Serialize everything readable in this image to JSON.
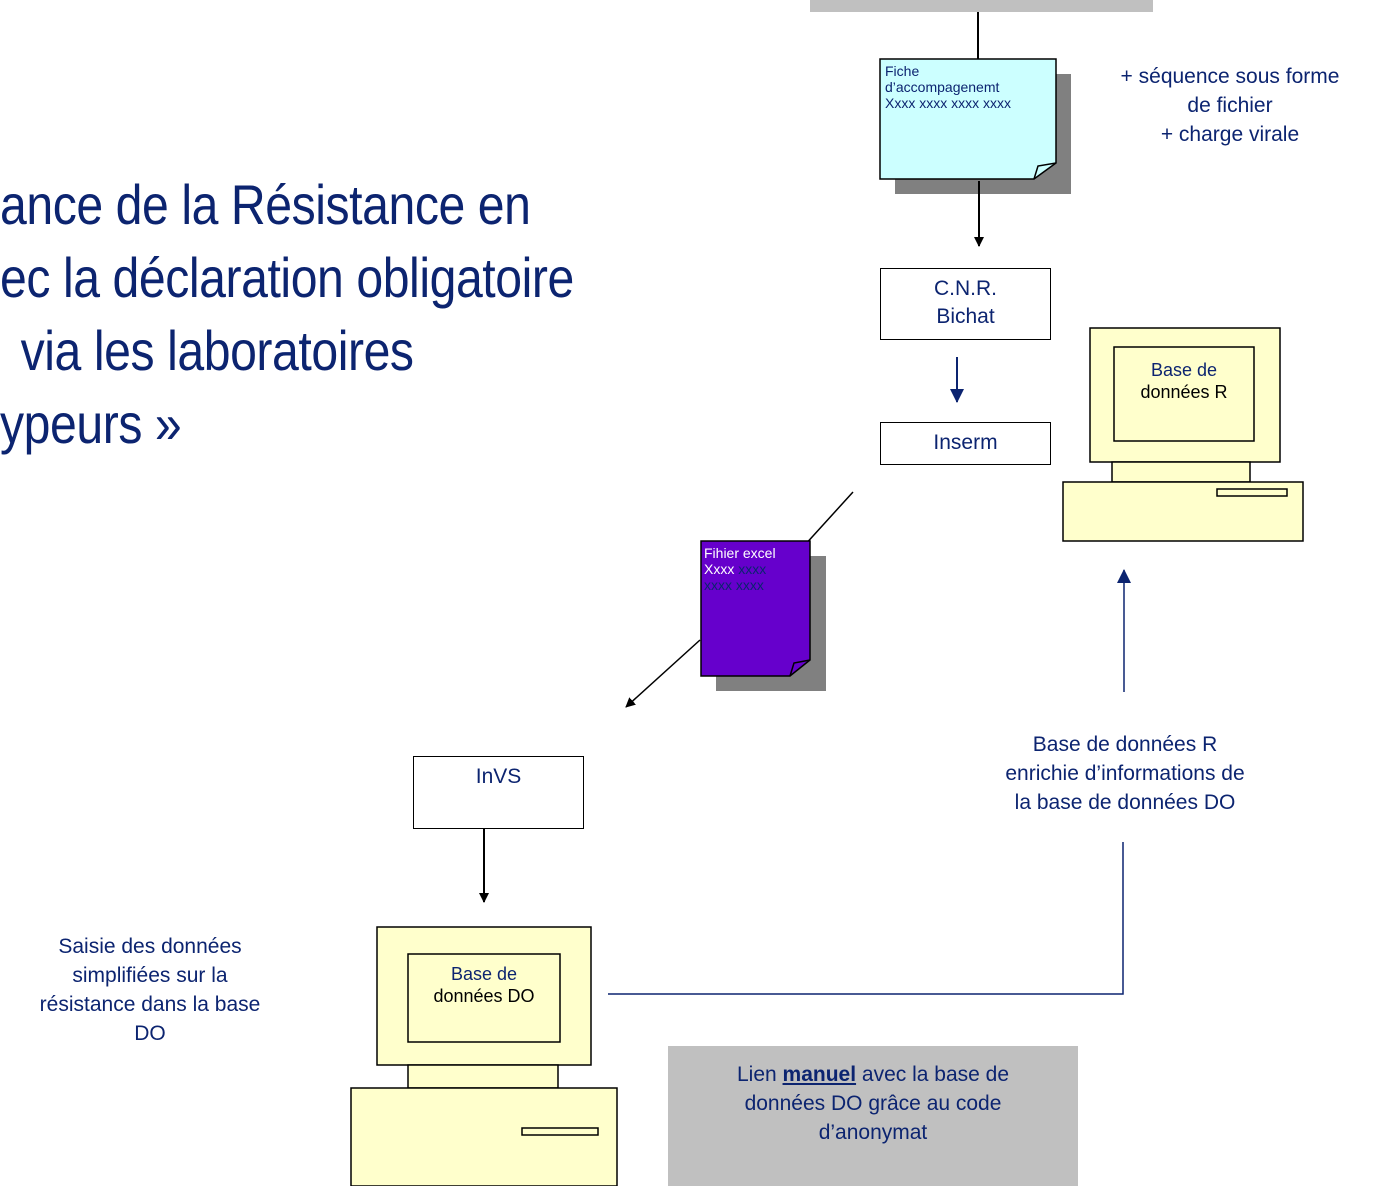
{
  "title": {
    "lines": [
      "ance de la Résistance en",
      "ec la déclaration obligatoire",
      "via les laboratoires",
      "ypeurs »"
    ]
  },
  "fiche": {
    "line1": "Fiche",
    "line2": "d’accompagenemt",
    "line3": "Xxxx xxxx xxxx xxxx"
  },
  "extra_note": {
    "line1": "+ séquence sous forme",
    "line2": "de fichier",
    "line3": "+ charge virale"
  },
  "cnr_box": {
    "line1": "C.N.R.",
    "line2": "Bichat"
  },
  "inserm_box": {
    "label": "Inserm"
  },
  "computer_r": {
    "line1": "Base de",
    "line2": "données R"
  },
  "excel_doc": {
    "line1": "Fihier excel",
    "line2_a": "Xxxx",
    "line2_b": " xxxx",
    "line3": "xxxx xxxx"
  },
  "invs_box": {
    "label": "InVS"
  },
  "enrich_note": {
    "line1": "Base de données R",
    "line2": "enrichie d’informations de",
    "line3": "la base de données DO"
  },
  "saisie_note": {
    "line1": "Saisie des données",
    "line2": "simplifiées sur la",
    "line3": "résistance dans la base",
    "line4": "DO"
  },
  "computer_do": {
    "line1": "Base de",
    "line2": "données DO"
  },
  "lien_note": {
    "before": "Lien ",
    "emph": "manuel",
    "after": " avec la base de",
    "line2": "données DO grâce au code",
    "line3": "d’anonymat"
  },
  "colors": {
    "navy": "#0c2470",
    "fiche_fill": "#ccffff",
    "excel_fill": "#6600cc",
    "computer_fill": "#ffffcc",
    "gray": "#c0c0c0"
  }
}
